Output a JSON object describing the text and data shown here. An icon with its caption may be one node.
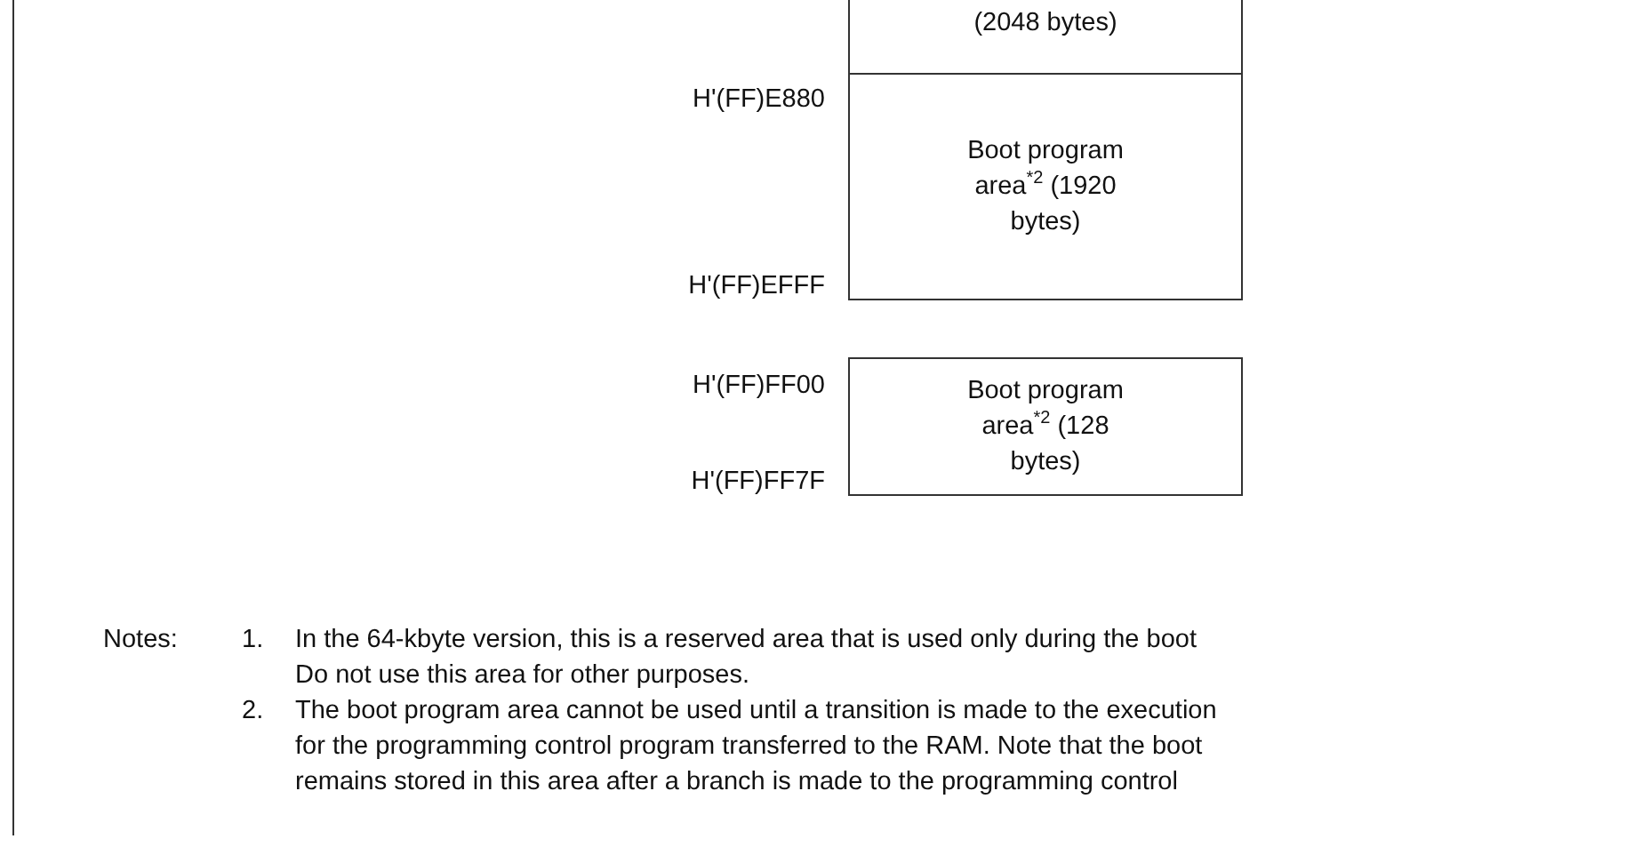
{
  "diagram": {
    "nodes": [
      {
        "text": [
          "(2048 bytes)"
        ]
      },
      {
        "text": [
          "Boot program area$^{*2}$ (1920 bytes)"
        ]
      },
      {
        "text": [
          "Boot program area$^{*2}$ (128 bytes)"
        ]
      }
    ],
    "labels": [
      "H'(FF)E880",
      "H'(FF)EFFF",
      "H'(FF)FF00",
      "H'(FF)FF7F",
      "Notes:",
      "1.",
      "In the 64-kbyte version, this is a reserved area that is used only during the boot",
      "Do not use this area for other purposes.",
      "2.",
      "The boot program area cannot be used until a transition is made to the execution",
      "for the programming control program transferred to the RAM. Note that the boot",
      "remains stored in this area after a branch is made to the programming control"
    ]
  }
}
